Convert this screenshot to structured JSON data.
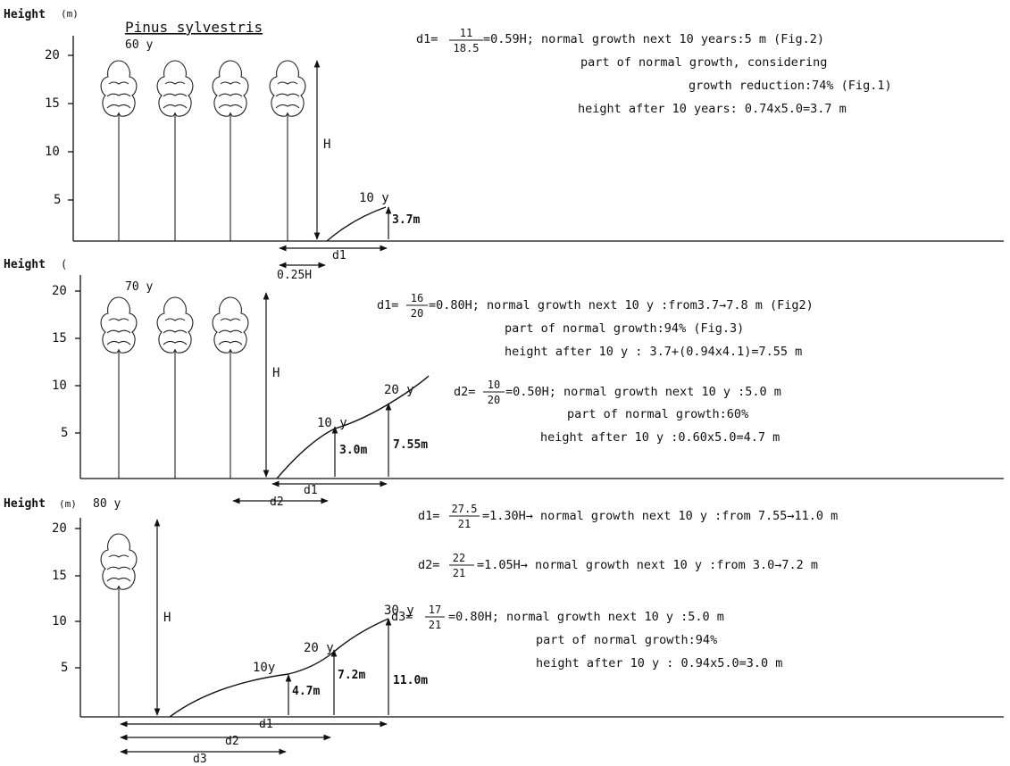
{
  "panel1": {
    "height_label": "Height",
    "unit": "(m)",
    "species": "Pinus sylvestris",
    "stand_age": "60 y",
    "ticks": [
      "20",
      "15",
      "10",
      "5"
    ],
    "tree_height_label": "H",
    "age_label": "10 y",
    "value_label": "3.7m",
    "d1_label": "d1",
    "offset_label": "0.25H",
    "notes": {
      "line1_prefix": "d1=",
      "line1_num": "11",
      "line1_den": "18.5",
      "line1_rest": "=0.59H; normal growth next 10 years:5 m  (Fig.2)",
      "line2": "part of normal growth, considering",
      "line3": "growth reduction:74%  (Fig.1)",
      "line4": "height after 10 years: 0.74x5.0=3.7 m"
    }
  },
  "panel2": {
    "height_label": "Height",
    "unit": "(",
    "stand_age": "70 y",
    "ticks": [
      "20",
      "15",
      "10",
      "5"
    ],
    "tree_height_label": "H",
    "age10_label": "10 y",
    "age20_label": "20 y",
    "value1_label": "3.0m",
    "value2_label": "7.55m",
    "d1_label": "d1",
    "d2_label": "d2",
    "notes_d1": {
      "prefix": "d1=",
      "num": "16",
      "den": "20",
      "rest": "=0.80H; normal growth next 10 y :from3.7→7.8 m (Fig2)",
      "line2": "part of normal growth:94% (Fig.3)",
      "line3": "height after 10 y : 3.7+(0.94x4.1)=7.55 m"
    },
    "notes_d2": {
      "prefix": "d2=",
      "num": "10",
      "den": "20",
      "rest": "=0.50H; normal growth next 10 y :5.0 m",
      "line2": "part of normal growth:60%",
      "line3": "height after 10 y :0.60x5.0=4.7 m"
    }
  },
  "panel3": {
    "height_label": "Height",
    "unit": "(m)",
    "stand_age": "80 y",
    "ticks": [
      "20",
      "15",
      "10",
      "5"
    ],
    "tree_height_label": "H",
    "age10_label": "10y",
    "age20_label": "20 y",
    "age30_label": "30 y",
    "value1_label": "4.7m",
    "value2_label": "7.2m",
    "value3_label": "11.0m",
    "d1_label": "d1",
    "d2_label": "d2",
    "d3_label": "d3",
    "notes_d1": {
      "prefix": "d1=",
      "num": "27.5",
      "den": "21",
      "rest": "=1.30H→ normal growth next 10 y :from 7.55→11.0 m"
    },
    "notes_d2": {
      "prefix": "d2=",
      "num": "22",
      "den": "21",
      "rest": "=1.05H→ normal growth next 10 y :from 3.0→7.2 m"
    },
    "notes_d3": {
      "prefix": "d3=",
      "num": "17",
      "den": "21",
      "rest": "=0.80H; normal growth next 10 y :5.0 m",
      "line2": "part of normal growth:94%",
      "line3": "height after 10 y : 0.94x5.0=3.0 m"
    }
  }
}
